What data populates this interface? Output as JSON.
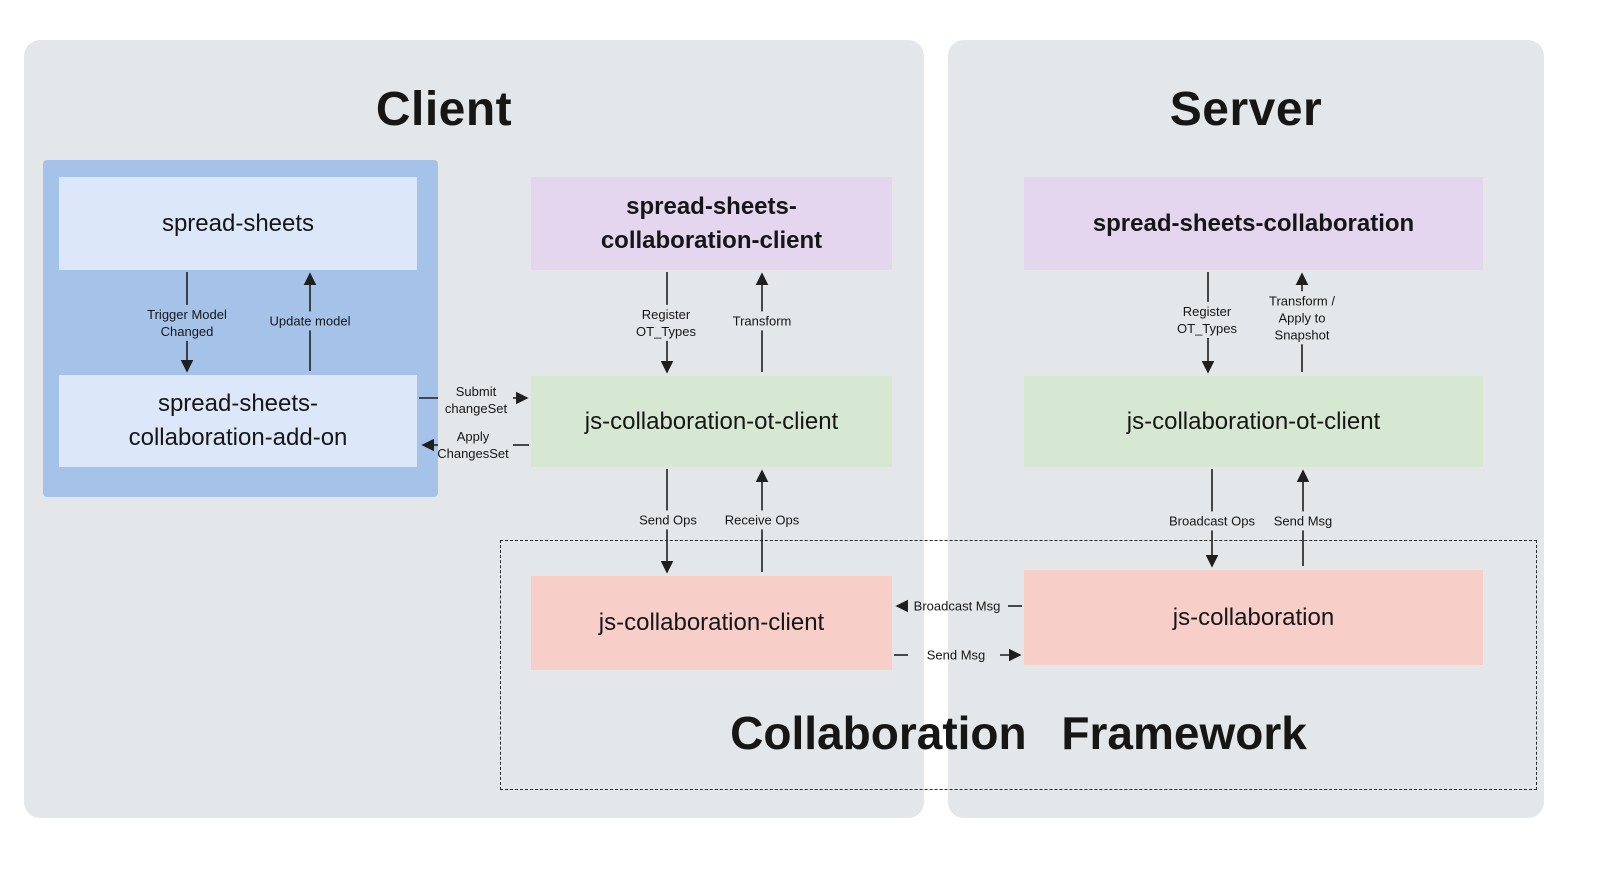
{
  "colors": {
    "panel": "#e4e7e9",
    "blue_container": "#a5c3e9",
    "light_blue": "#dce8f9",
    "purple": "#e4d6ee",
    "green": "#d6e8d2",
    "pink": "#f8cfc8",
    "line": "#1f1f1f"
  },
  "client": {
    "title": "Client",
    "boxes": {
      "spread_sheets": "spread-sheets",
      "addon": "spread-sheets-\ncollaboration-add-on",
      "collab_client": "spread-sheets-\ncollaboration-client",
      "ot_client": "js-collaboration-ot-client",
      "js_client": "js-collaboration-client"
    },
    "labels": {
      "trigger": "Trigger Model\nChanged",
      "update": "Update model",
      "register": "Register\nOT_Types",
      "transform": "Transform",
      "submit": "Submit\nchangeSet",
      "apply": "Apply\nChangesSet",
      "send_ops": "Send Ops",
      "receive_ops": "Receive Ops"
    }
  },
  "server": {
    "title": "Server",
    "boxes": {
      "collab": "spread-sheets-collaboration",
      "ot_client": "js-collaboration-ot-client",
      "js_collab": "js-collaboration"
    },
    "labels": {
      "register": "Register\nOT_Types",
      "transform": "Transform /\nApply to\nSnapshot",
      "broadcast_ops": "Broadcast Ops",
      "send_msg": "Send Msg"
    }
  },
  "framework": {
    "title": "Collaboration Framework",
    "labels": {
      "broadcast_msg": "Broadcast Msg",
      "send_msg": "Send Msg"
    }
  }
}
